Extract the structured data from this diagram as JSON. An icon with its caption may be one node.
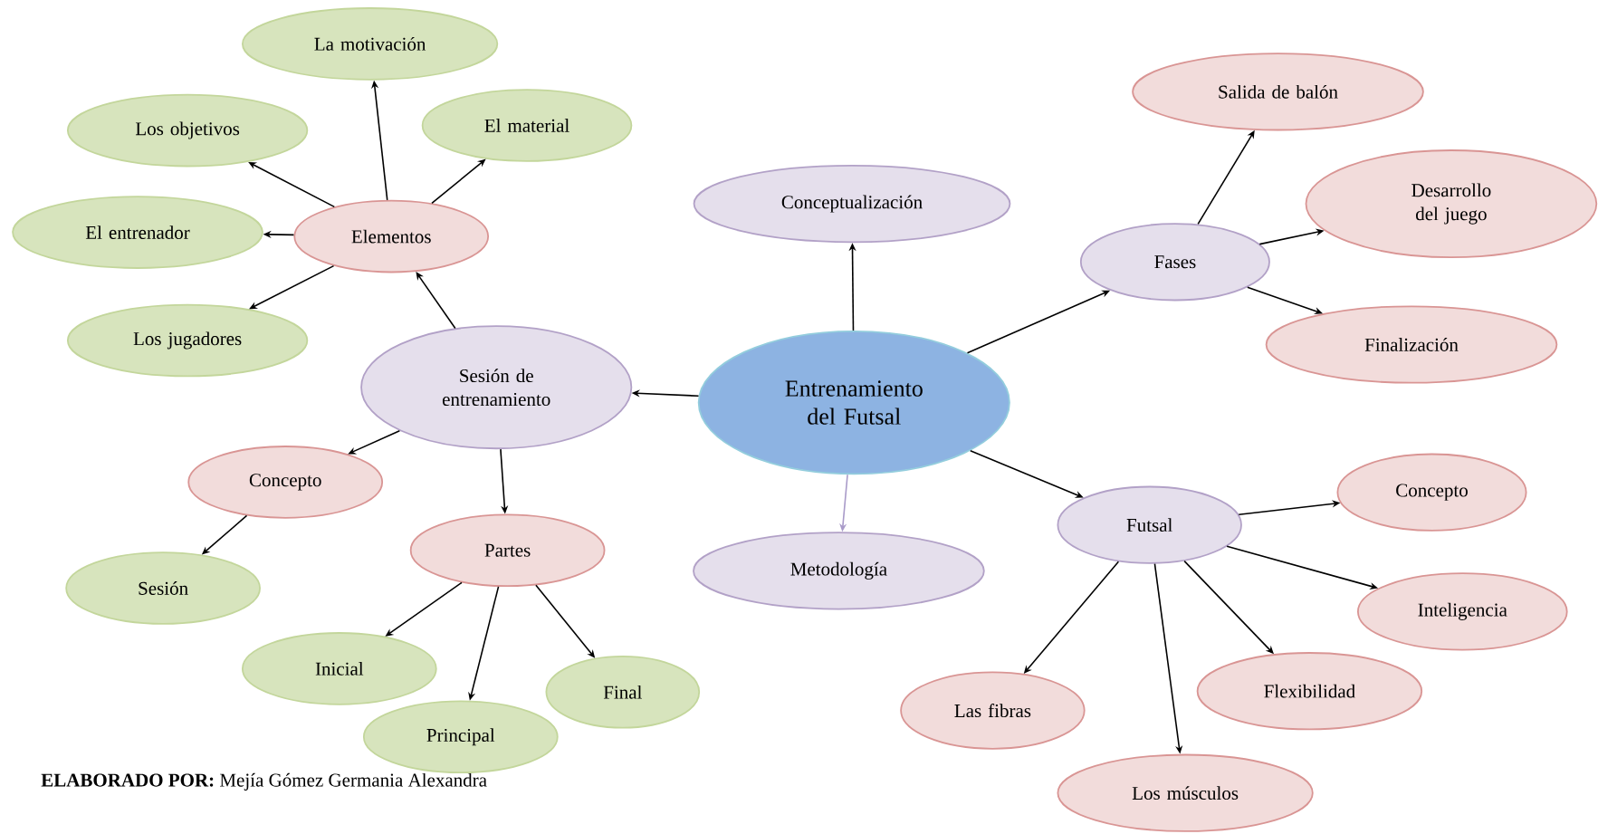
{
  "diagram": {
    "nodes": [
      {
        "text": [
          "Entrenamiento del Futsal"
        ]
      },
      {
        "text": [
          "Conceptualización"
        ]
      },
      {
        "text": [
          "Fases"
        ]
      },
      {
        "text": [
          "Salida de balón"
        ]
      },
      {
        "text": [
          "Desarrollo del juego"
        ]
      },
      {
        "text": [
          "Finalización"
        ]
      },
      {
        "text": [
          "Futsal"
        ]
      },
      {
        "text": [
          "Concepto"
        ]
      },
      {
        "text": [
          "Inteligencia"
        ]
      },
      {
        "text": [
          "Flexibilidad"
        ]
      },
      {
        "text": [
          "Los músculos"
        ]
      },
      {
        "text": [
          "Las fibras"
        ]
      },
      {
        "text": [
          "Metodología"
        ]
      },
      {
        "text": [
          "Sesión de entrenamiento"
        ]
      },
      {
        "text": [
          "Elementos"
        ]
      },
      {
        "text": [
          "La motivación"
        ]
      },
      {
        "text": [
          "Los objetivos"
        ]
      },
      {
        "text": [
          "El material"
        ]
      },
      {
        "text": [
          "El entrenador"
        ]
      },
      {
        "text": [
          "Los jugadores"
        ]
      },
      {
        "text": [
          "Concepto"
        ]
      },
      {
        "text": [
          "Sesión"
        ]
      },
      {
        "text": [
          "Partes"
        ]
      },
      {
        "text": [
          "Inicial"
        ]
      },
      {
        "text": [
          "Principal"
        ]
      },
      {
        "text": [
          "Final"
        ]
      }
    ],
    "edges": [
      {
        "from": 0,
        "to": 1,
        "arrow": "to"
      },
      {
        "from": 0,
        "to": 2,
        "arrow": "to"
      },
      {
        "from": 2,
        "to": 3,
        "arrow": "to"
      },
      {
        "from": 2,
        "to": 4,
        "arrow": "to"
      },
      {
        "from": 2,
        "to": 5,
        "arrow": "to"
      },
      {
        "from": 0,
        "to": 6,
        "arrow": "to"
      },
      {
        "from": 6,
        "to": 7,
        "arrow": "to"
      },
      {
        "from": 6,
        "to": 8,
        "arrow": "to"
      },
      {
        "from": 6,
        "to": 9,
        "arrow": "to"
      },
      {
        "from": 6,
        "to": 10,
        "arrow": "to"
      },
      {
        "from": 6,
        "to": 11,
        "arrow": "to"
      },
      {
        "from": 0,
        "to": 12,
        "arrow": "to",
        "color": "#a99bc9"
      },
      {
        "from": 0,
        "to": 13,
        "arrow": "to"
      },
      {
        "from": 13,
        "to": 14,
        "arrow": "to"
      },
      {
        "from": 14,
        "to": 15,
        "arrow": "to"
      },
      {
        "from": 14,
        "to": 16,
        "arrow": "to"
      },
      {
        "from": 14,
        "to": 17,
        "arrow": "to"
      },
      {
        "from": 14,
        "to": 18,
        "arrow": "to"
      },
      {
        "from": 14,
        "to": 19,
        "arrow": "to"
      },
      {
        "from": 13,
        "to": 20,
        "arrow": "to"
      },
      {
        "from": 20,
        "to": 21,
        "arrow": "to"
      },
      {
        "from": 13,
        "to": 22,
        "arrow": "to"
      },
      {
        "from": 22,
        "to": 23,
        "arrow": "to"
      },
      {
        "from": 22,
        "to": 24,
        "arrow": "to"
      },
      {
        "from": 22,
        "to": 25,
        "arrow": "to"
      }
    ],
    "labels": [
      "**ELABORADO POR:** Mejía Gómez Germania Alexandra"
    ]
  }
}
